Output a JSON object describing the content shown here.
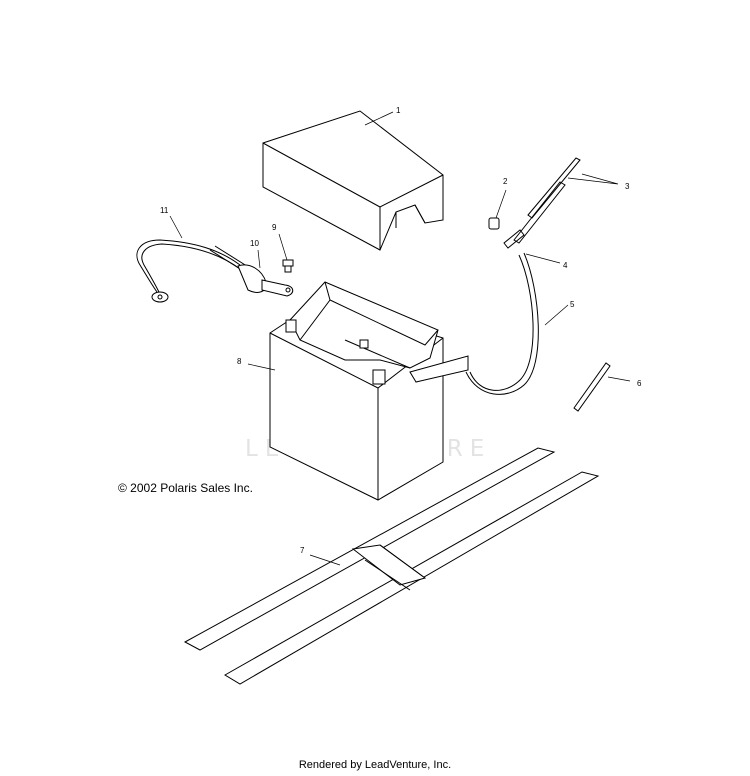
{
  "watermark": "LEADVENTURE",
  "copyright": "© 2002 Polaris Sales Inc.",
  "footer": "Rendered by LeadVenture, Inc.",
  "callouts": [
    "1",
    "2",
    "3",
    "4",
    "5",
    "6",
    "7",
    "8",
    "9",
    "10",
    "11"
  ]
}
